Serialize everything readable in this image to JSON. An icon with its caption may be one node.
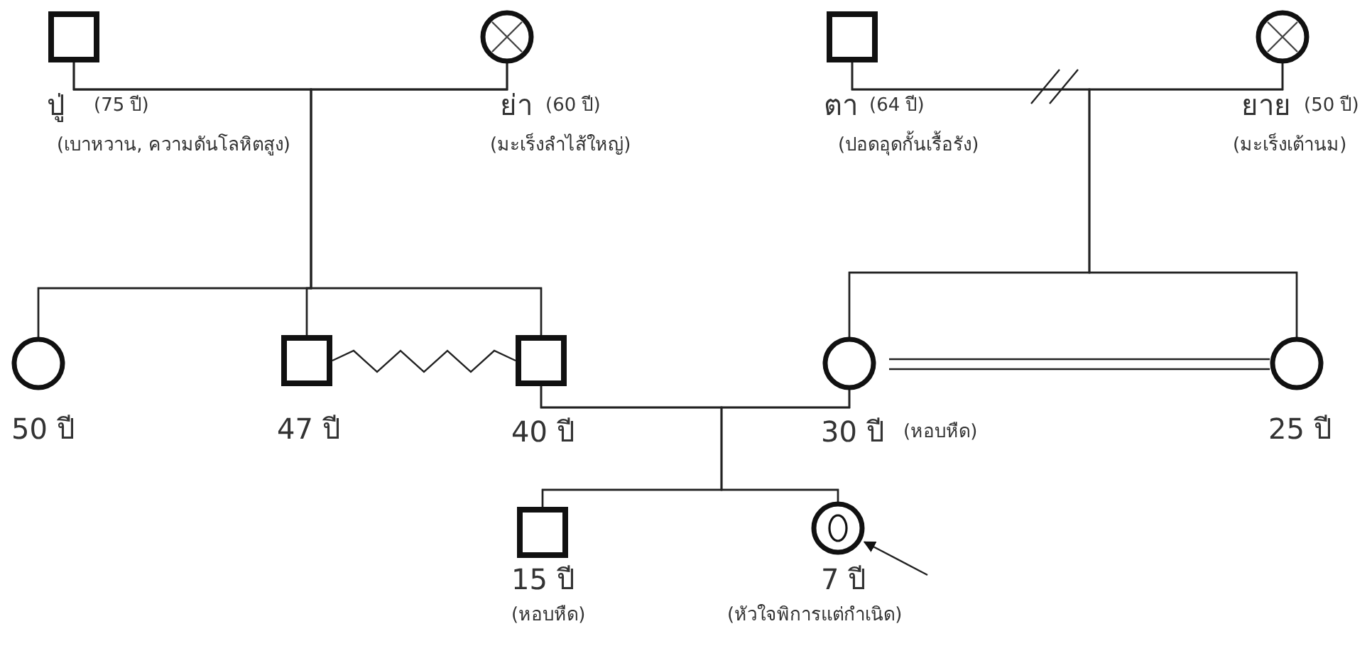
{
  "diagram": {
    "nodes": [
      {
        "text": [],
        "shape": "box",
        "beside": [
          "ปู่",
          "(75 ปี)",
          "(เบาหวาน, ความดันโลหิตสูง)"
        ]
      },
      {
        "text": [],
        "shape": "circle",
        "beside": [
          "ย่า",
          "(60 ปี)",
          "(มะเร็งลำไส้ใหญ่)"
        ]
      },
      {
        "text": [],
        "shape": "box",
        "beside": [
          "ตา",
          "(64 ปี)",
          "(ปอดอุดกั้นเรื้อรัง)"
        ]
      },
      {
        "text": [],
        "shape": "circle",
        "beside": [
          "ยาย",
          "(50 ปี)",
          "(มะเร็งเต้านม)"
        ]
      },
      {
        "text": [],
        "shape": "circle",
        "beside": [
          "50 ปี"
        ]
      },
      {
        "text": [],
        "shape": "box",
        "beside": [
          "47 ปี"
        ]
      },
      {
        "text": [],
        "shape": "box",
        "beside": [
          "40 ปี"
        ]
      },
      {
        "text": [],
        "shape": "circle",
        "beside": [
          "30 ปี",
          "(หอบหืด)"
        ]
      },
      {
        "text": [],
        "shape": "circle",
        "beside": [
          "25 ปี"
        ]
      },
      {
        "text": [],
        "shape": "box",
        "beside": [
          "15 ปี",
          "(หอบหืด)"
        ]
      },
      {
        "text": [],
        "shape": "circle",
        "beside": [
          "7 ปี",
          "(หัวใจพิการแต่กำเนิด)"
        ]
      }
    ],
    "edges": [
      {
        "from": 0,
        "to": 1,
        "arrow": "none"
      },
      {
        "from": 0,
        "to": 4,
        "arrow": "none"
      },
      {
        "from": 1,
        "to": 4,
        "arrow": "none"
      },
      {
        "from": 0,
        "to": 5,
        "arrow": "none"
      },
      {
        "from": 1,
        "to": 5,
        "arrow": "none"
      },
      {
        "from": 0,
        "to": 6,
        "arrow": "none"
      },
      {
        "from": 1,
        "to": 6,
        "arrow": "none"
      },
      {
        "from": 2,
        "to": 3,
        "arrow": "none"
      },
      {
        "from": 2,
        "to": 7,
        "arrow": "none"
      },
      {
        "from": 3,
        "to": 7,
        "arrow": "none"
      },
      {
        "from": 2,
        "to": 8,
        "arrow": "none"
      },
      {
        "from": 3,
        "to": 8,
        "arrow": "none"
      },
      {
        "from": 5,
        "to": 6,
        "arrow": "none"
      },
      {
        "from": 6,
        "to": 7,
        "arrow": "none"
      },
      {
        "from": 7,
        "to": 8,
        "arrow": "none"
      },
      {
        "from": 6,
        "to": 9,
        "arrow": "none"
      },
      {
        "from": 7,
        "to": 9,
        "arrow": "none"
      },
      {
        "from": 6,
        "to": 10,
        "arrow": "none"
      },
      {
        "from": 7,
        "to": 10,
        "arrow": "none"
      },
      {
        "from": null,
        "to": 10,
        "arrow": "to"
      }
    ]
  }
}
